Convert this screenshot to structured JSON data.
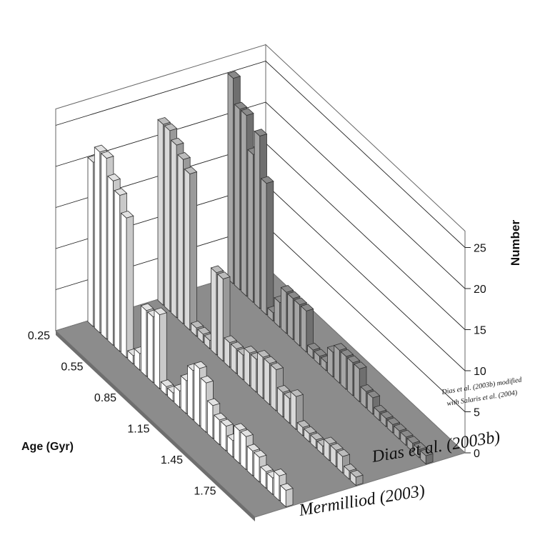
{
  "chart_data": {
    "type": "bar",
    "zlabel": "Number",
    "age_axis_label": "Age (Gyr)",
    "z_ticks": [
      "0",
      "5",
      "10",
      "15",
      "20",
      "25"
    ],
    "age_ticks": [
      "0.25",
      "0.55",
      "0.85",
      "1.15",
      "1.45",
      "1.75"
    ],
    "zlim": [
      0,
      25
    ],
    "series": [
      {
        "name": "Mermilliod (2003)",
        "values": [
          20,
          22,
          22,
          20,
          19,
          17,
          1,
          2,
          8,
          8,
          9,
          1,
          1,
          2,
          4,
          6,
          7,
          6,
          4,
          3,
          3,
          2,
          4,
          4,
          3,
          3,
          2,
          2,
          3,
          2
        ]
      },
      {
        "name": "Dias et al. (2003b)",
        "values": [
          22,
          22,
          21,
          20,
          19,
          1,
          1,
          1,
          10,
          10,
          3,
          3,
          3,
          4,
          4,
          5,
          5,
          5,
          3,
          3,
          4,
          1,
          1,
          1,
          1,
          2,
          2,
          2,
          1,
          1
        ]
      },
      {
        "name_lines": [
          "Dias et al. (2003b) modified",
          "with Salaris et al. (2004)"
        ],
        "values": [
          25,
          22,
          22,
          18,
          21,
          16,
          1,
          3,
          5,
          5,
          5,
          5,
          1,
          1,
          1,
          3,
          4,
          4,
          4,
          4,
          2,
          2,
          1,
          1,
          1,
          1,
          1,
          1,
          1,
          1
        ]
      }
    ]
  }
}
